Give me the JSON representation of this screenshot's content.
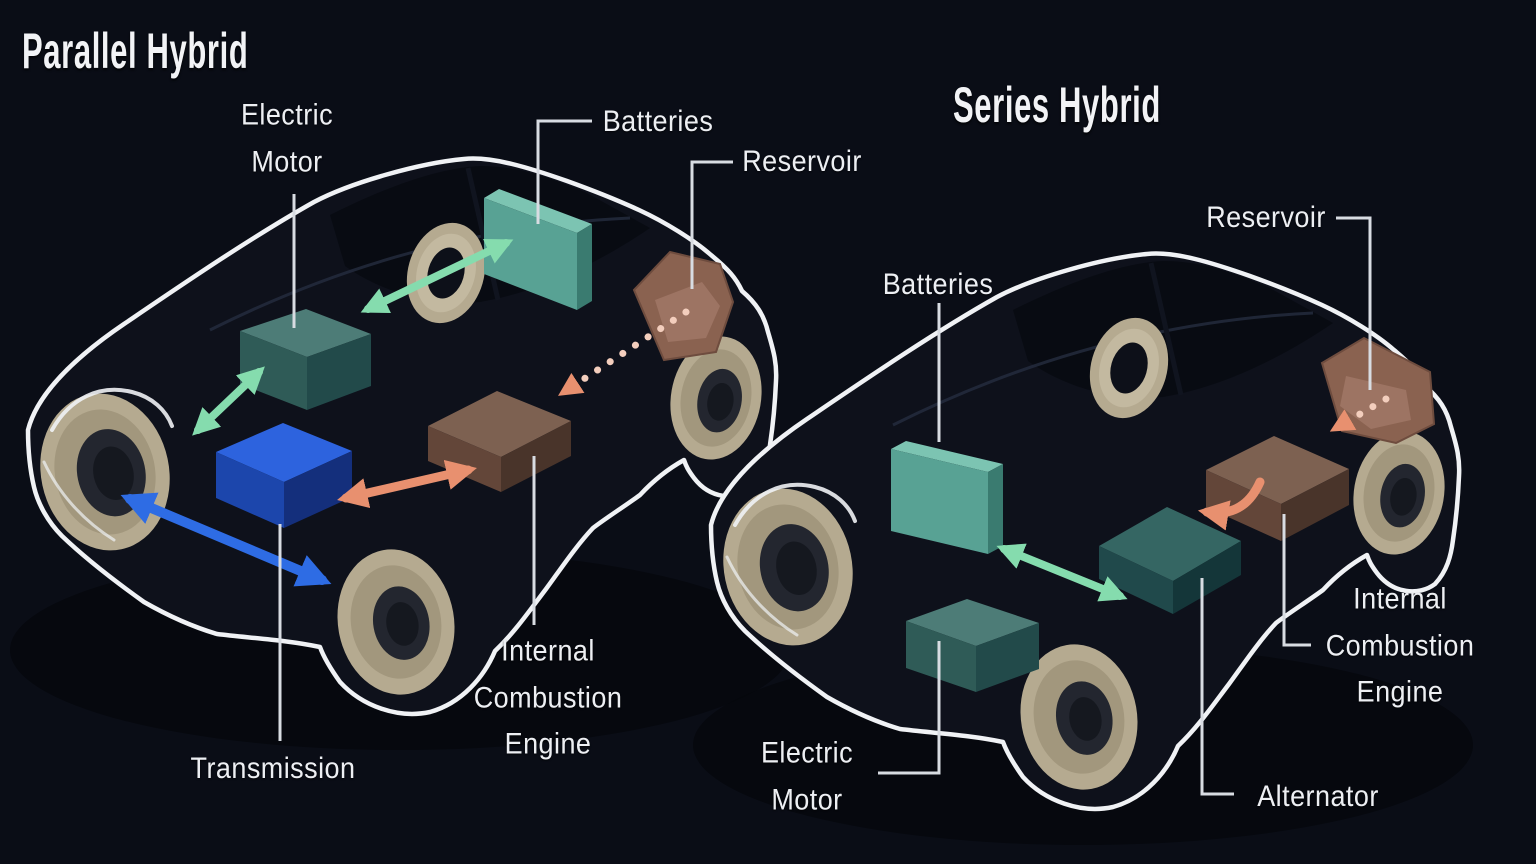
{
  "parallel": {
    "title": "Parallel Hybrid",
    "labels": {
      "electric_motor": "Electric\nMotor",
      "batteries": "Batteries",
      "reservoir": "Reservoir",
      "transmission": "Transmission",
      "engine": "Internal\nCombustion\nEngine"
    }
  },
  "series": {
    "title": "Series Hybrid",
    "labels": {
      "reservoir": "Reservoir",
      "batteries": "Batteries",
      "electric_motor": "Electric\nMotor",
      "engine": "Internal\nCombustion\nEngine",
      "alternator": "Alternator"
    }
  },
  "colors": {
    "background": "#0a0d16",
    "car_outline": "#f0f2f5",
    "car_body": "#0e111b",
    "car_cabin": "#080b12",
    "shadow": "#05070c",
    "label_text": "#edeff3",
    "leader_line": "#d8dce2",
    "arrow_green": "#85dcae",
    "arrow_blue": "#2e6ce4",
    "arrow_orange": "#e8906f",
    "dotted_trail": "#f3cebd",
    "wheel_tan": "#b5aa90",
    "battery_teal_top": "#7cc4b2",
    "battery_teal_front": "#58a294",
    "battery_teal_side": "#3a7b70",
    "motor_top": "#4d7c77",
    "motor_front": "#2f5b57",
    "motor_side": "#224a4a",
    "transmission_top": "#2d63de",
    "transmission_front": "#1c46ac",
    "transmission_side": "#142f7c",
    "engine_top": "#7d6151",
    "engine_front": "#634639",
    "engine_side": "#49342a",
    "reservoir_fill": "#8a6250",
    "reservoir_inner": "#9d7463",
    "alternator_top": "#356663",
    "alternator_front": "#20494b",
    "alternator_side": "#143639"
  }
}
